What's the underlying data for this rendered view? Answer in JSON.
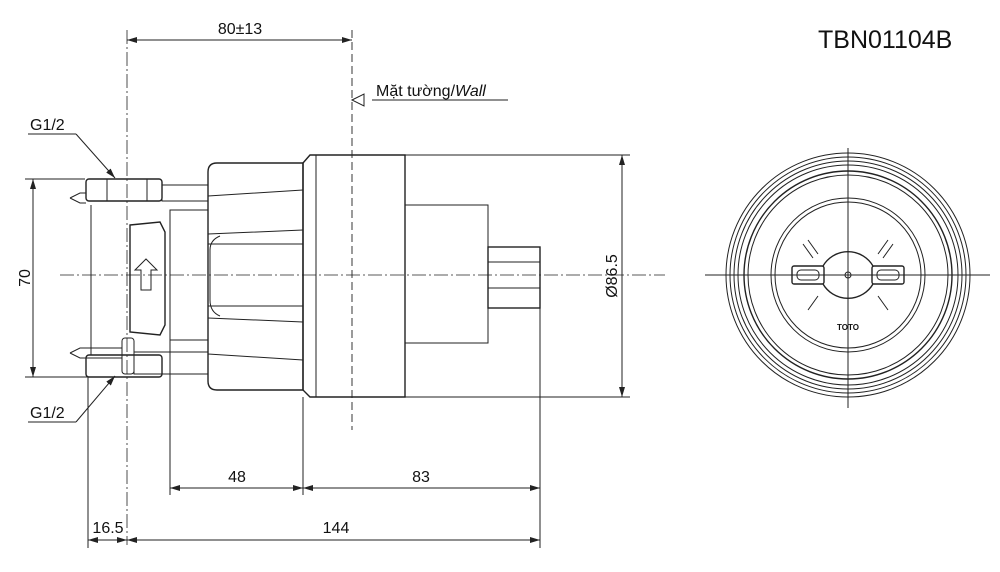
{
  "title": "TBN01104B",
  "wall_label": "Mặt tường/",
  "wall_label_italic": "Wall",
  "thread_top": "G1/2",
  "thread_bottom": "G1/2",
  "logo_text": "TOTO",
  "dimensions": {
    "wall_offset": "80±13",
    "height": "70",
    "diameter": "Ø86.5",
    "body_depth": "48",
    "front_depth": "83",
    "inlet_offset": "16.5",
    "total_length": "144"
  }
}
